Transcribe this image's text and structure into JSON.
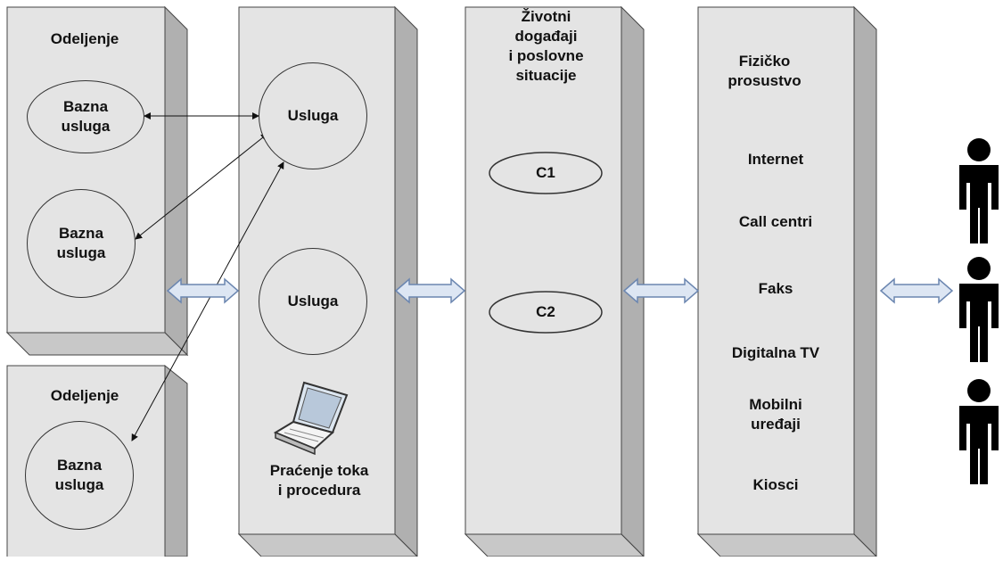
{
  "departments": [
    {
      "title": "Odeljenje",
      "services": [
        "Bazna\nusluga",
        "Bazna\nusluga"
      ]
    },
    {
      "title": "Odeljenje",
      "services": [
        "Bazna\nusluga"
      ]
    }
  ],
  "services_column": {
    "services": [
      "Usluga",
      "Usluga"
    ],
    "caption": "Praćenje toka\ni procedura",
    "icon": "laptop-icon"
  },
  "situations_column": {
    "title": "Životni\ndogađaji\ni poslovne\nsituacije",
    "items": [
      "C1",
      "C2"
    ]
  },
  "channels_column": {
    "title": "Fizičko\nprosustvo",
    "channels": [
      "Internet",
      "Call centri",
      "Faks",
      "Digitalna TV",
      "Mobilni\nuređaji",
      "Kiosci"
    ]
  },
  "users": {
    "icon": "person-icon",
    "count": 3
  },
  "colors": {
    "box_face": "#e4e4e4",
    "box_side": "#b0b0b0",
    "box_bottom": "#c8c8c8",
    "arrow_fill": "#dde6f3",
    "arrow_stroke": "#6b86b0",
    "person": "#000000"
  }
}
